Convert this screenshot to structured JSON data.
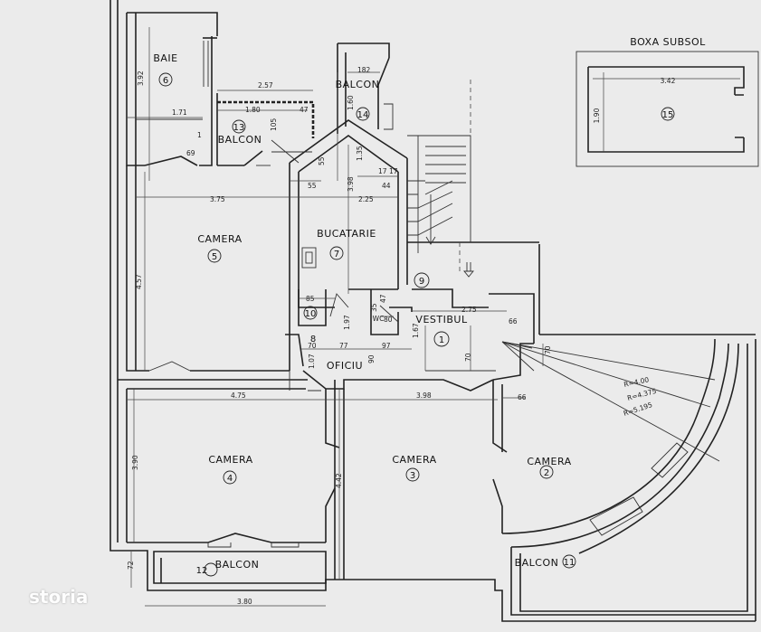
{
  "plan": {
    "basement_box": {
      "title": "BOXA  SUBSOL",
      "number": "15",
      "dim_width": "3.42",
      "dim_height": "1.90"
    },
    "rooms": [
      {
        "id": "r1",
        "name": "VESTIBUL",
        "number": "1"
      },
      {
        "id": "r2",
        "name": "CAMERA",
        "number": "2"
      },
      {
        "id": "r3",
        "name": "CAMERA",
        "number": "3"
      },
      {
        "id": "r4",
        "name": "CAMERA",
        "number": "4"
      },
      {
        "id": "r5",
        "name": "CAMERA",
        "number": "5"
      },
      {
        "id": "r6",
        "name": "BAIE",
        "number": "6"
      },
      {
        "id": "r7",
        "name": "BUCATARIE",
        "number": "7"
      },
      {
        "id": "r8",
        "name": "OFICIU",
        "number": "8"
      },
      {
        "id": "r9",
        "name": "",
        "number": "9"
      },
      {
        "id": "r10",
        "name": "",
        "number": "10"
      },
      {
        "id": "r11",
        "name": "BALCON",
        "number": "11"
      },
      {
        "id": "r12",
        "name": "BALCON",
        "number": "12"
      },
      {
        "id": "r13",
        "name": "BALCON",
        "number": "13"
      },
      {
        "id": "r14",
        "name": "BALCON",
        "number": "14"
      }
    ],
    "wc_label": "WC",
    "radii": [
      "R=4.00",
      "R=4.375",
      "R=5.195"
    ],
    "dimensions": {
      "d_392": "3.92",
      "d_171": "1.71",
      "d_257": "2.57",
      "d_180": "1.80",
      "d_47": "47",
      "d_105": "105",
      "d_182": "182",
      "d_160": "1.60",
      "d_55a": "55",
      "d_135": "1.35",
      "d_55b": "55",
      "d_17a": "17",
      "d_17b": "17",
      "d_44": "44",
      "d_398": "3.98",
      "d_375": "3.75",
      "d_225": "2.25",
      "d_457": "4.57",
      "d_85": "85",
      "d_80": "80",
      "d_47b": "47",
      "d_35": "35",
      "d_275": "2.75",
      "d_66": "66",
      "d_167": "1.67",
      "d_197": "1.97",
      "d_70a": "70",
      "d_77": "77",
      "d_97": "97",
      "d_107": "1.07",
      "d_90": "90",
      "d_70b": "70",
      "d_70c": "70",
      "d_475": "4.75",
      "d_398b": "3.98",
      "d_66b": "66",
      "d_390": "3.90",
      "d_442": "4.42",
      "d_72": "72",
      "d_380": "3.80",
      "d_1": "1",
      "d_69": "69"
    }
  },
  "watermark": "storia"
}
